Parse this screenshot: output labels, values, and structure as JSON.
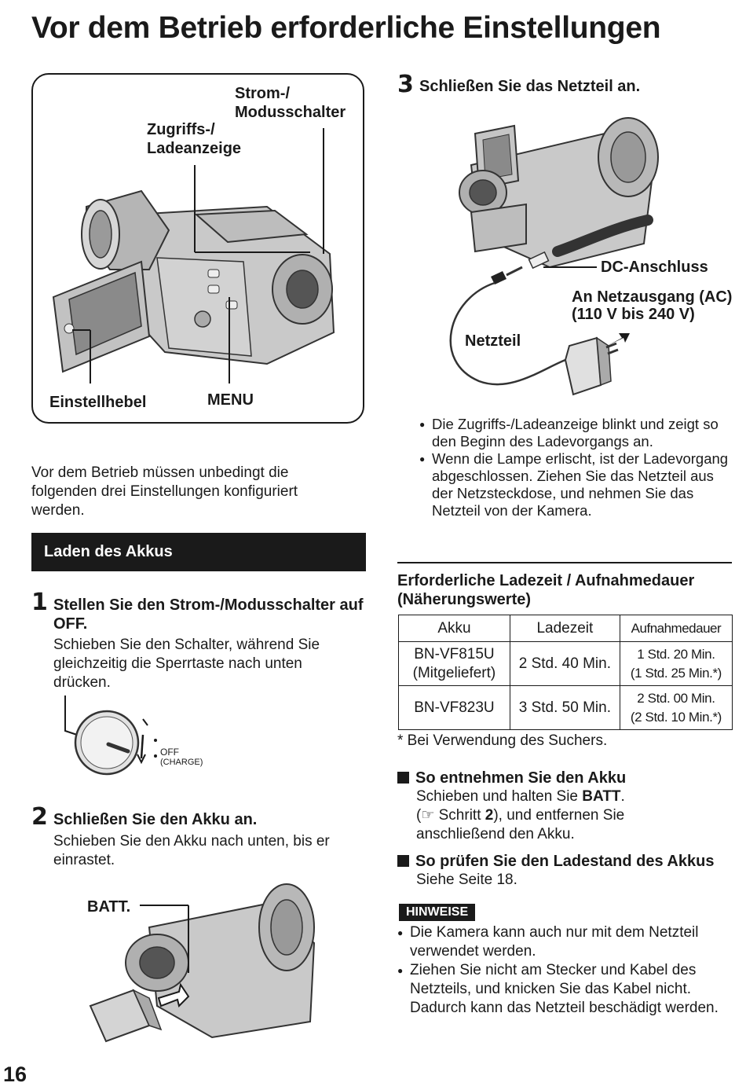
{
  "title": "Vor dem Betrieb erforderliche Einstellungen",
  "figure1": {
    "label_power": "Strom-/\nModusschalter",
    "label_access": "Zugriffs-/\nLadeanzeige",
    "label_lever": "Einstellhebel",
    "label_menu": "MENU"
  },
  "intro": "Vor dem Betrieb müssen unbedingt die folgenden drei Einstellungen konfiguriert werden.",
  "section": "Laden des Akkus",
  "step1": {
    "num": "1",
    "title": "Stellen Sie den Strom-/Modusschalter auf OFF.",
    "text": "Schieben Sie den Schalter, während Sie gleichzeitig die Sperrtaste nach unten drücken.",
    "dial_off": "OFF",
    "dial_charge": "(CHARGE)"
  },
  "step2": {
    "num": "2",
    "title": "Schließen Sie den Akku an.",
    "text": "Schieben Sie den Akku nach unten, bis er einrastet.",
    "label_batt": "BATT."
  },
  "step3": {
    "num": "3",
    "title": "Schließen Sie das Netzteil an.",
    "label_dc": "DC-Anschluss",
    "label_ac": "An Netzausgang (AC)",
    "label_voltage": "(110 V bis 240 V)",
    "label_adapter": "Netzteil",
    "bullets": [
      "Die Zugriffs-/Ladeanzeige blinkt und zeigt so den Beginn des Ladevorgangs an.",
      "Wenn die Lampe erlischt, ist der Ladevorgang abgeschlossen. Ziehen Sie das Netzteil aus der Netzsteckdose, und nehmen Sie das Netzteil von der Kamera."
    ]
  },
  "table": {
    "heading": "Erforderliche Ladezeit / Aufnahmedauer (Näherungswerte)",
    "headers": [
      "Akku",
      "Ladezeit",
      "Aufnahmedauer"
    ],
    "rows": [
      [
        "BN-VF815U",
        "(Mitgeliefert)",
        "2 Std. 40 Min.",
        "1 Std. 20 Min.",
        "(1 Std. 25 Min.*)"
      ],
      [
        "BN-VF823U",
        "",
        "3 Std. 50 Min.",
        "2 Std. 00 Min.",
        "(2 Std. 10 Min.*)"
      ]
    ],
    "footnote": "* Bei Verwendung des Suchers."
  },
  "remove": {
    "title": "So entnehmen Sie den Akku",
    "line1_a": "Schieben und halten Sie ",
    "line1_b": "BATT",
    "line1_c": ".",
    "line2_a": "(☞ Schritt ",
    "line2_b": "2",
    "line2_c": "), und entfernen Sie",
    "line3": "anschließend den Akku."
  },
  "check": {
    "title": "So prüfen Sie den Ladestand des Akkus",
    "text": "Siehe Seite 18."
  },
  "notes": {
    "badge": "HINWEISE",
    "items": [
      "Die Kamera kann auch nur mit dem Netzteil verwendet werden.",
      "Ziehen Sie nicht am Stecker und Kabel des Netzteils, und knicken Sie das Kabel nicht. Dadurch kann das Netzteil beschädigt werden."
    ]
  },
  "page_number": "16"
}
